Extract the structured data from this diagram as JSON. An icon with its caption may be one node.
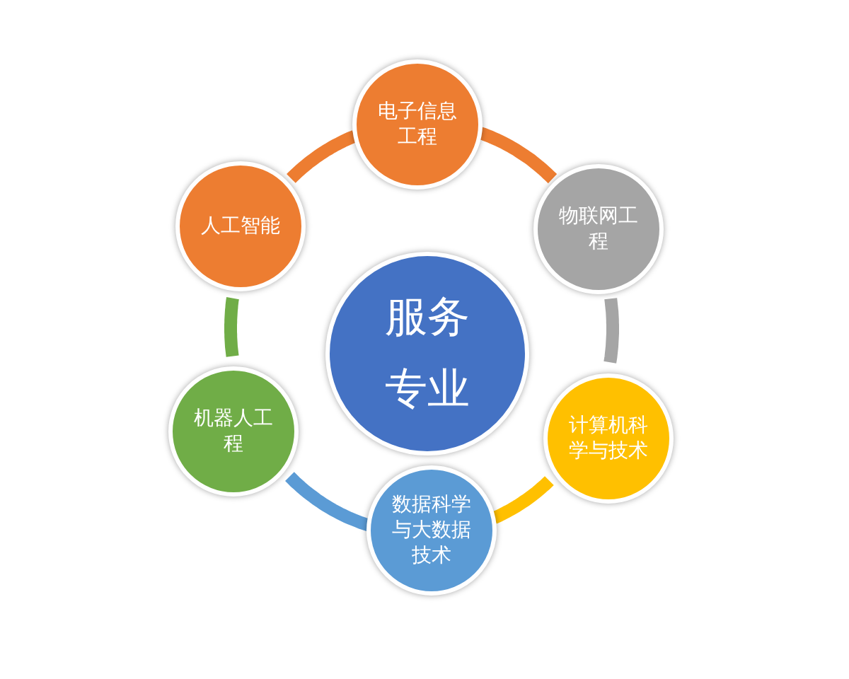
{
  "diagram": {
    "nodes": [
      {
        "text": [
          "电子信息工程"
        ]
      },
      {
        "text": [
          "物联网工程"
        ]
      },
      {
        "text": [
          "计算机科学与技术"
        ]
      },
      {
        "text": [
          "数据科学与大数据技术"
        ]
      },
      {
        "text": [
          "机器人工程"
        ]
      },
      {
        "text": [
          "人工智能"
        ]
      },
      {
        "text": [
          "服务专业"
        ]
      }
    ],
    "edges": [
      {
        "from": 5,
        "to": 0,
        "arrow": "none",
        "color": "#ed7d31"
      },
      {
        "from": 0,
        "to": 1,
        "arrow": "none",
        "color": "#ed7d31"
      },
      {
        "from": 1,
        "to": 2,
        "arrow": "none",
        "color": "#a5a5a5"
      },
      {
        "from": 2,
        "to": 3,
        "arrow": "none",
        "color": "#ffc000"
      },
      {
        "from": 3,
        "to": 4,
        "arrow": "none",
        "color": "#5b9bd5"
      },
      {
        "from": 4,
        "to": 5,
        "arrow": "none",
        "color": "#70ad47"
      }
    ]
  }
}
